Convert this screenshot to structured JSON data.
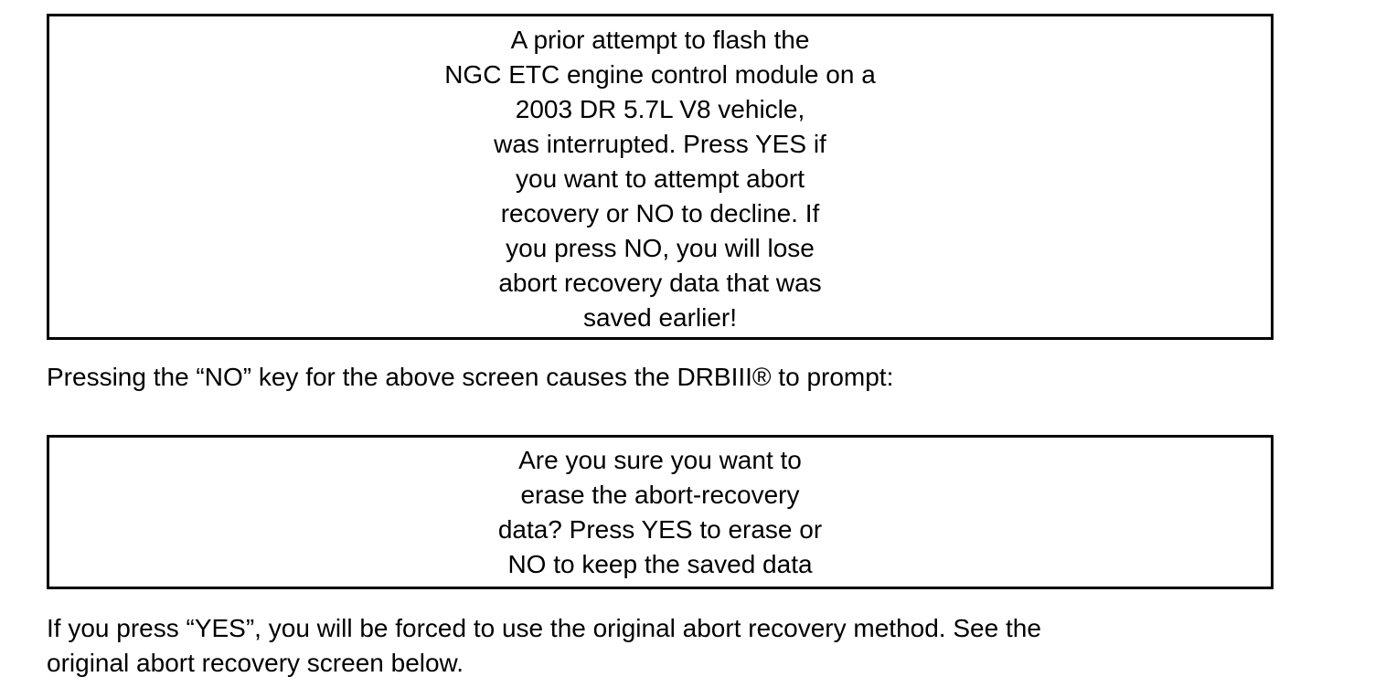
{
  "page": {
    "background_color": "#ffffff",
    "text_color": "#000000",
    "border_color": "#000000"
  },
  "screen_box_1": {
    "name": "abort-recovery-prompt-screen",
    "lines": [
      "A prior attempt to flash the",
      "NGC ETC engine control module on a",
      "2003 DR 5.7L V8 vehicle,",
      "was interrupted. Press YES if",
      "you want to attempt abort",
      "recovery or NO to decline. If",
      "you press NO, you will lose",
      "abort recovery data that was",
      "saved earlier!"
    ]
  },
  "paragraph_middle": {
    "lines": [
      "Pressing the “NO” key for the above screen causes the DRBIII® to prompt:"
    ]
  },
  "screen_box_2": {
    "name": "erase-confirmation-screen",
    "lines": [
      "Are you sure you want to",
      "erase the abort-recovery",
      "data? Press YES to erase or",
      "NO to keep the saved data"
    ]
  },
  "paragraph_bottom": {
    "lines": [
      "If you press “YES”, you will be forced to use the original abort recovery method. See the",
      "original abort recovery screen below."
    ]
  }
}
